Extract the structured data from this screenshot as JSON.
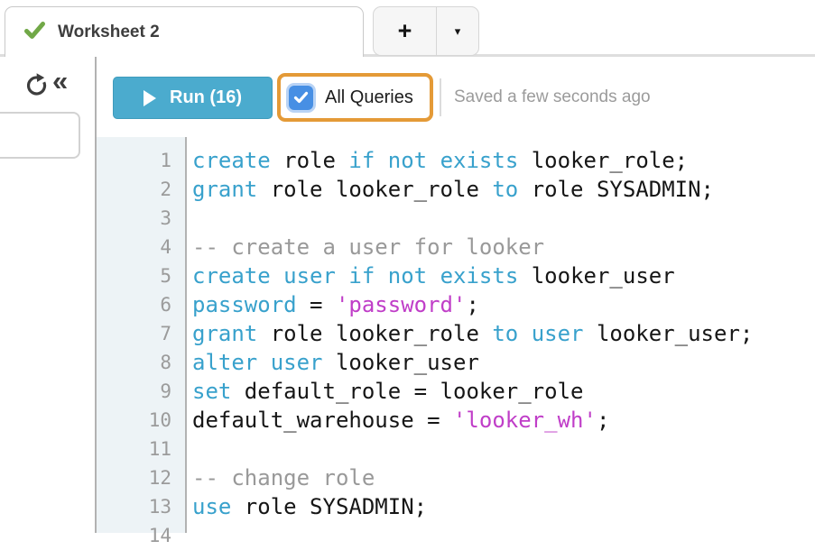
{
  "tab_bar": {
    "tab_label": "Worksheet 2",
    "new_tab_label": "+",
    "tab_menu_label": "▾"
  },
  "toolbar": {
    "run_label": "Run (16)",
    "all_queries_label": "All Queries",
    "all_queries_checked": true,
    "saved_status": "Saved a few seconds ago",
    "collapse_glyph": "«"
  },
  "colors": {
    "run_button_teal": "#4babce",
    "annotation_orange": "#e49a37",
    "checkbox_blue": "#478fe4",
    "tab_check_green": "#71a847",
    "keyword_blue": "#38a1cc",
    "string_magenta": "#c03ec8",
    "comment_gray": "#999999",
    "gutter_bg": "#edf3f6"
  },
  "editor": {
    "lines": [
      {
        "n": "1",
        "tokens": [
          {
            "t": "create",
            "c": "k"
          },
          {
            "t": " role ",
            "c": "p"
          },
          {
            "t": "if",
            "c": "k"
          },
          {
            "t": " ",
            "c": "p"
          },
          {
            "t": "not",
            "c": "k"
          },
          {
            "t": " ",
            "c": "p"
          },
          {
            "t": "exists",
            "c": "k"
          },
          {
            "t": " looker_role;",
            "c": "p"
          }
        ]
      },
      {
        "n": "2",
        "tokens": [
          {
            "t": "grant",
            "c": "k"
          },
          {
            "t": " role looker_role ",
            "c": "p"
          },
          {
            "t": "to",
            "c": "k"
          },
          {
            "t": " role SYSADMIN;",
            "c": "p"
          }
        ]
      },
      {
        "n": "3",
        "tokens": []
      },
      {
        "n": "4",
        "tokens": [
          {
            "t": "-- create a user for looker",
            "c": "c"
          }
        ]
      },
      {
        "n": "5",
        "tokens": [
          {
            "t": "create",
            "c": "k"
          },
          {
            "t": " ",
            "c": "p"
          },
          {
            "t": "user",
            "c": "k"
          },
          {
            "t": " ",
            "c": "p"
          },
          {
            "t": "if",
            "c": "k"
          },
          {
            "t": " ",
            "c": "p"
          },
          {
            "t": "not",
            "c": "k"
          },
          {
            "t": " ",
            "c": "p"
          },
          {
            "t": "exists",
            "c": "k"
          },
          {
            "t": " looker_user",
            "c": "p"
          }
        ]
      },
      {
        "n": "6",
        "tokens": [
          {
            "t": "password",
            "c": "k"
          },
          {
            "t": " = ",
            "c": "p"
          },
          {
            "t": "'password'",
            "c": "s"
          },
          {
            "t": ";",
            "c": "p"
          }
        ]
      },
      {
        "n": "7",
        "tokens": [
          {
            "t": "grant",
            "c": "k"
          },
          {
            "t": " role looker_role ",
            "c": "p"
          },
          {
            "t": "to",
            "c": "k"
          },
          {
            "t": " ",
            "c": "p"
          },
          {
            "t": "user",
            "c": "k"
          },
          {
            "t": " looker_user;",
            "c": "p"
          }
        ]
      },
      {
        "n": "8",
        "tokens": [
          {
            "t": "alter",
            "c": "k"
          },
          {
            "t": " ",
            "c": "p"
          },
          {
            "t": "user",
            "c": "k"
          },
          {
            "t": " looker_user",
            "c": "p"
          }
        ]
      },
      {
        "n": "9",
        "tokens": [
          {
            "t": "set",
            "c": "k"
          },
          {
            "t": " default_role = looker_role",
            "c": "p"
          }
        ]
      },
      {
        "n": "10",
        "tokens": [
          {
            "t": "default_warehouse = ",
            "c": "p"
          },
          {
            "t": "'looker_wh'",
            "c": "s"
          },
          {
            "t": ";",
            "c": "p"
          }
        ]
      },
      {
        "n": "11",
        "tokens": []
      },
      {
        "n": "12",
        "tokens": [
          {
            "t": "-- change role",
            "c": "c"
          }
        ]
      },
      {
        "n": "13",
        "tokens": [
          {
            "t": "use",
            "c": "k"
          },
          {
            "t": " role SYSADMIN;",
            "c": "p"
          }
        ]
      },
      {
        "n": "14",
        "tokens": []
      }
    ]
  }
}
